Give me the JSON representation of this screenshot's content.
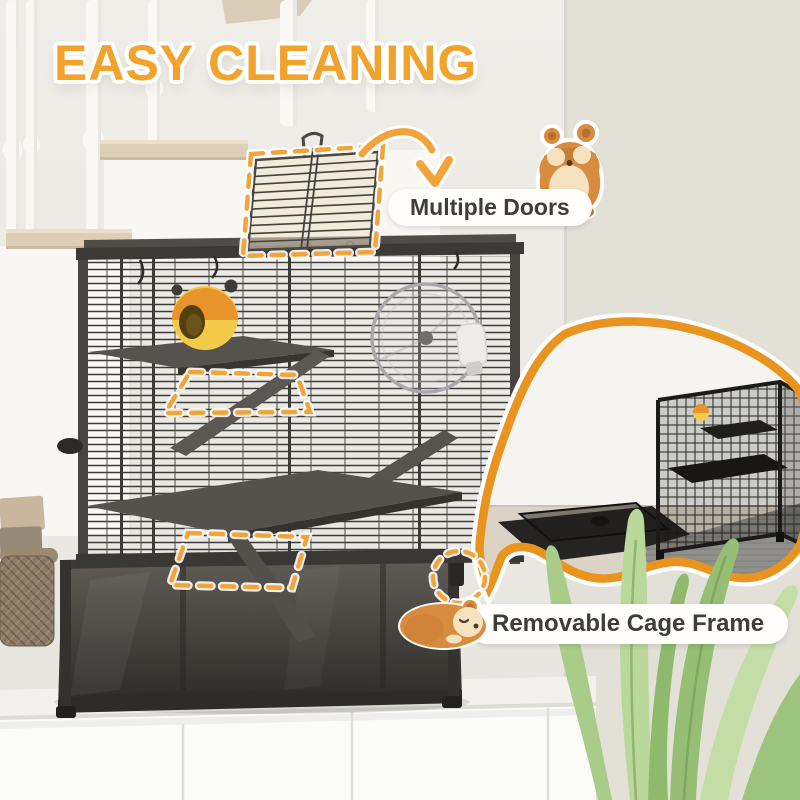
{
  "title": "EASY CLEANING",
  "callouts": {
    "doors": {
      "label": "Multiple Doors"
    },
    "frame": {
      "label": "Removable Cage Frame"
    }
  },
  "stickers": {
    "washing": "hamster-washing-face-icon",
    "sleeping": "hamster-sleeping-icon"
  },
  "highlights": [
    "top-door-dashed-rectangle",
    "upper-shelf-dashed-parallelogram",
    "lower-shelf-dashed-parallelogram",
    "base-latch-dashed-circle",
    "curved-arrow",
    "zoom-bubble"
  ],
  "colors": {
    "accent_orange": "#F1A32C",
    "bubble_border": "#E8941F",
    "label_text": "#3D3D3D",
    "pill_bg": "#FFFEFC",
    "cage_dark": "#3E3C39",
    "base_smoke": "#2B2927",
    "plant_green": "#A9CD88",
    "wall_left": "#ECEAE4",
    "wall_right": "#E3E0D8",
    "stair_tread": "#DCCFB6",
    "hideout_orange": "#E8932C",
    "hideout_yellow": "#F3CB4A"
  }
}
